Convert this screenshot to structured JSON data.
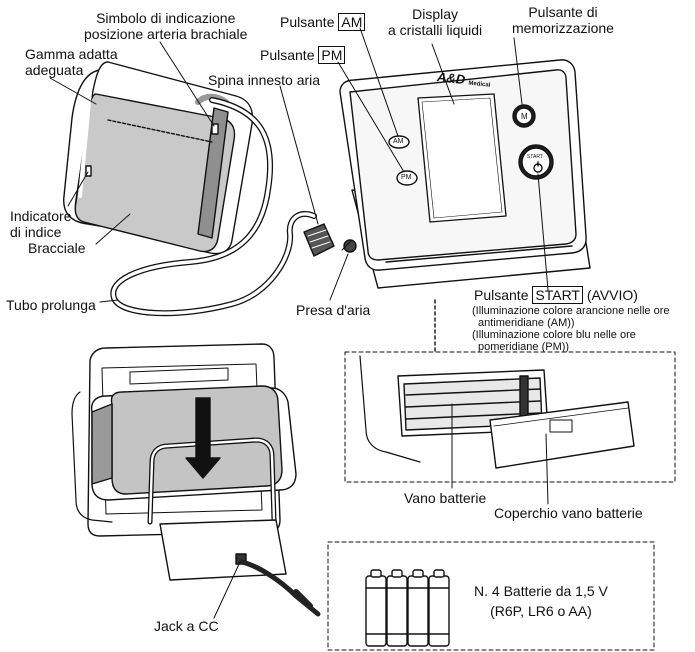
{
  "labels": {
    "brachial_symbol": [
      "Simbolo di indicazione",
      "posizione arteria brachiale"
    ],
    "range": [
      "Gamma adatta",
      "adeguata"
    ],
    "index_indicator": [
      "Indicatore",
      "di indice"
    ],
    "cuff": "Bracciale",
    "extension_tube": "Tubo prolunga",
    "air_plug": "Spina innesto aria",
    "air_socket": "Presa d'aria",
    "am_button_prefix": "Pulsante",
    "am_button_key": "AM",
    "pm_button_prefix": "Pulsante",
    "pm_button_key": "PM",
    "display": [
      "Display",
      "a cristalli liquidi"
    ],
    "memory_button": [
      "Pulsante di",
      "memorizzazione"
    ],
    "start_button_prefix": "Pulsante",
    "start_button_key": "START",
    "start_button_suffix": "(AVVIO)",
    "start_notes": [
      "(Illuminazione colore arancione nelle ore",
      "antimeridiane (AM))",
      "(Illuminazione colore blu nelle ore",
      "pomeridiane (PM))"
    ],
    "battery_compartment": "Vano batterie",
    "battery_cover": "Coperchio vano batterie",
    "dc_jack": "Jack a CC",
    "batteries": [
      "N. 4 Batterie da 1,5 V",
      "(R6P, LR6 o AA)"
    ]
  },
  "device": {
    "logo": "A&D",
    "logo_sub": "Medical",
    "button_am": "AM",
    "button_pm": "PM",
    "button_m": "M",
    "button_start": "START"
  }
}
